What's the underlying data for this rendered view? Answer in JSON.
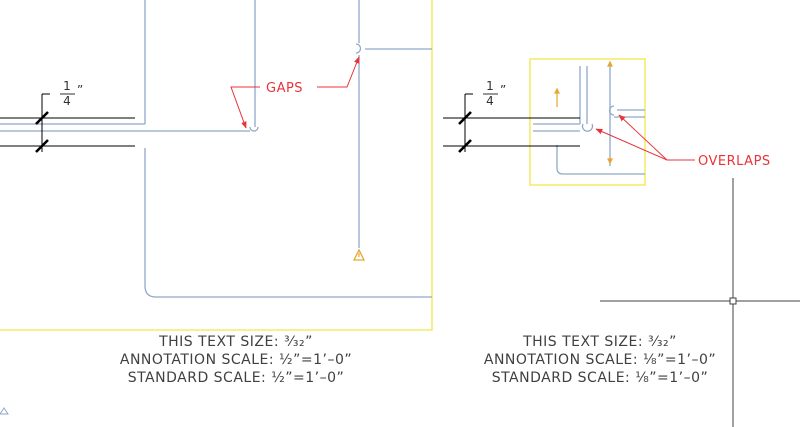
{
  "left_detail": {
    "dimension": {
      "numerator": "1",
      "denominator": "4",
      "unit_mark": "”"
    },
    "callout_label": "GAPS",
    "notes": [
      "THIS TEXT SIZE: ³⁄₃₂”",
      "ANNOTATION SCALE: ½”=1’–0”",
      "STANDARD SCALE: ½”=1’–0”"
    ]
  },
  "right_detail": {
    "dimension": {
      "numerator": "1",
      "denominator": "4",
      "unit_mark": "”"
    },
    "callout_label": "OVERLAPS",
    "notes": [
      "THIS TEXT SIZE: ³⁄₃₂”",
      "ANNOTATION SCALE: ⅛”=1’–0”",
      "STANDARD SCALE: ⅛”=1’–0”"
    ]
  },
  "colors": {
    "pipe": "#8fa8c8",
    "viewport": "#f2e64a",
    "callout": "#e8343a",
    "dimension": "#000000",
    "text": "#404040",
    "symbol": "#e6a630"
  },
  "icons": [
    "warning-triangle-icon",
    "crosshair-cursor-icon",
    "ucs-triangle-icon"
  ]
}
